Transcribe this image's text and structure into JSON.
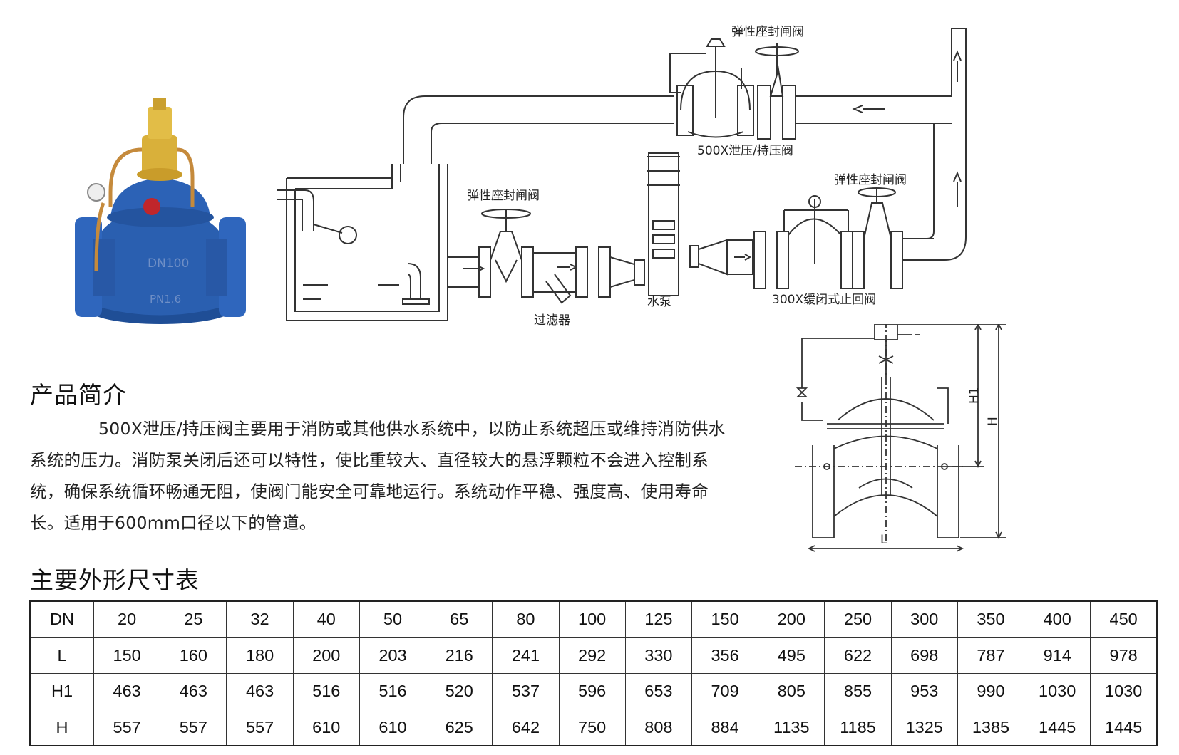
{
  "diagram": {
    "labels": {
      "top_gate_valve": "弹性座封闸阀",
      "relief_valve": "500X泄压/持压阀",
      "right_gate_valve": "弹性座封闸阀",
      "left_gate_valve": "弹性座封闸阀",
      "filter": "过滤器",
      "pump": "水泵",
      "check_valve": "300X缓闭式止回阀"
    },
    "product_markings": {
      "size": "DN100",
      "pressure": "PN1.6"
    },
    "dimension_labels": {
      "h1": "H1",
      "h": "H",
      "l": "L"
    }
  },
  "intro": {
    "title": "产品简介",
    "text": "500X泄压/持压阀主要用于消防或其他供水系统中，以防止系统超压或维持消防供水系统的压力。消防泵关闭后还可以特性，使比重较大、直径较大的悬浮颗粒不会进入控制系统，确保系统循环畅通无阻，使阀门能安全可靠地运行。系统动作平稳、强度高、使用寿命长。适用于600mm口径以下的管道。"
  },
  "table": {
    "title": "主要外形尺寸表",
    "rows": [
      [
        "DN",
        "20",
        "25",
        "32",
        "40",
        "50",
        "65",
        "80",
        "100",
        "125",
        "150",
        "200",
        "250",
        "300",
        "350",
        "400",
        "450"
      ],
      [
        "L",
        "150",
        "160",
        "180",
        "200",
        "203",
        "216",
        "241",
        "292",
        "330",
        "356",
        "495",
        "622",
        "698",
        "787",
        "914",
        "978"
      ],
      [
        "H1",
        "463",
        "463",
        "463",
        "516",
        "516",
        "520",
        "537",
        "596",
        "653",
        "709",
        "805",
        "855",
        "953",
        "990",
        "1030",
        "1030"
      ],
      [
        "H",
        "557",
        "557",
        "557",
        "610",
        "610",
        "625",
        "642",
        "750",
        "808",
        "884",
        "1135",
        "1185",
        "1325",
        "1385",
        "1445",
        "1445"
      ]
    ]
  }
}
